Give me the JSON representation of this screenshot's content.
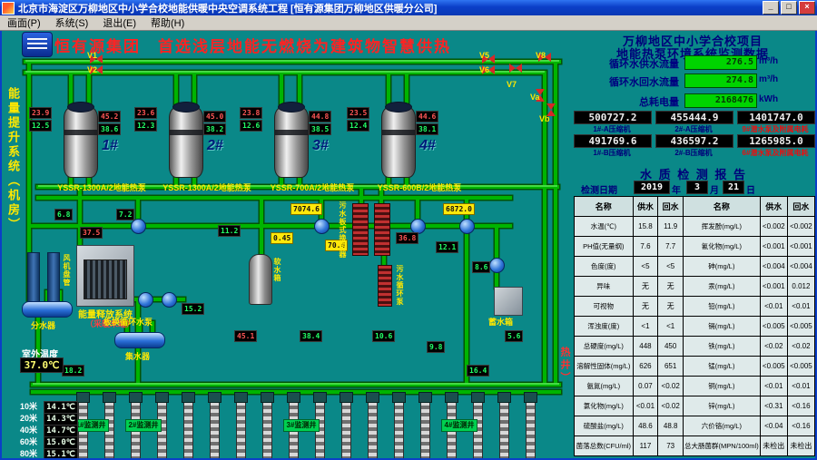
{
  "window": {
    "title": "北京市海淀区万柳地区中小学合校地能供暖中央空调系统工程  [恒有源集团万柳地区供暖分公司]",
    "controls": {
      "minimize": "_",
      "maximize": "□",
      "close": "×"
    }
  },
  "menu": {
    "items": [
      "画面(P)",
      "系统(S)",
      "退出(E)",
      "帮助(H)"
    ]
  },
  "header": {
    "slogan": "恒有源集团　首选浅层地能无燃烧为建筑物智慧供热",
    "project_line1": "万柳地区中小学合校项目",
    "project_line2": "地能热泵环境系统监测数据"
  },
  "banners": {
    "left": "能量提升系统（机房）",
    "right": "能量采集系统（地热井）",
    "release_line1": "能量释放系统",
    "release_line2": "（采暖末端）"
  },
  "flows": [
    {
      "label": "循环水供水流量",
      "value": "276.5",
      "unit": "m³/h"
    },
    {
      "label": "循环水回水流量",
      "value": "274.8",
      "unit": "m³/h"
    },
    {
      "label": "总耗电量",
      "value": "2168476",
      "unit": "kWh"
    }
  ],
  "meters": [
    {
      "value": "500727.2",
      "label": "1#-A压缩机"
    },
    {
      "value": "455444.9",
      "label": "2#-A压缩机"
    },
    {
      "value": "1401747.0",
      "label": "9#潜水泵及附属电耗"
    },
    {
      "value": "491769.6",
      "label": "1#-B压缩机"
    },
    {
      "value": "436597.2",
      "label": "2#-B压缩机"
    },
    {
      "value": "1265985.0",
      "label": "6#潜水泵及附属电耗"
    }
  ],
  "report": {
    "title": "水 质 检 测 报 告",
    "date_label": "检测日期",
    "year": "2019",
    "year_suffix": "年",
    "month": "3",
    "month_suffix": "月",
    "day": "21",
    "day_suffix": "日",
    "columns": [
      "名称",
      "供水",
      "回水",
      "名称",
      "供水",
      "回水"
    ],
    "rows": [
      [
        "水温(℃)",
        "15.8",
        "11.9",
        "挥发酚(mg/L)",
        "<0.002",
        "<0.002"
      ],
      [
        "PH值(无量纲)",
        "7.6",
        "7.7",
        "氰化物(mg/L)",
        "<0.001",
        "<0.001"
      ],
      [
        "色度(度)",
        "<5",
        "<5",
        "砷(mg/L)",
        "<0.004",
        "<0.004"
      ],
      [
        "异味",
        "无",
        "无",
        "汞(mg/L)",
        "<0.001",
        "0.012"
      ],
      [
        "可视物",
        "无",
        "无",
        "铅(mg/L)",
        "<0.01",
        "<0.01"
      ],
      [
        "浑浊度(度)",
        "<1",
        "<1",
        "镉(mg/L)",
        "<0.005",
        "<0.005"
      ],
      [
        "总硬度(mg/L)",
        "448",
        "450",
        "铁(mg/L)",
        "<0.02",
        "<0.02"
      ],
      [
        "溶解性固体(mg/L)",
        "626",
        "651",
        "锰(mg/L)",
        "<0.005",
        "<0.005"
      ],
      [
        "氨氮(mg/L)",
        "0.07",
        "<0.02",
        "铜(mg/L)",
        "<0.01",
        "<0.01"
      ],
      [
        "氯化物(mg/L)",
        "<0.01",
        "<0.02",
        "锌(mg/L)",
        "<0.31",
        "<0.16"
      ],
      [
        "硫酸盐(mg/L)",
        "48.6",
        "48.8",
        "六价铬(mg/L)",
        "<0.04",
        "<0.16"
      ],
      [
        "菌落总数(CFU/ml)",
        "117",
        "73",
        "总大肠菌群(MPN/100ml)",
        "未检出",
        "未检出"
      ]
    ]
  },
  "units": [
    {
      "num": "1#",
      "model": "YSSR-1300A/2地能热泵"
    },
    {
      "num": "2#",
      "model": "YSSR-1300A/2地能热泵"
    },
    {
      "num": "3#",
      "model": "YSSR-700A/2地能热泵"
    },
    {
      "num": "4#",
      "model": "YSSR-600B/2地能热泵"
    }
  ],
  "valves": [
    "V1",
    "V2",
    "V5",
    "V6",
    "V7",
    "V8",
    "Va",
    "Vb"
  ],
  "gauges": [
    {
      "v": "23.9",
      "c": "r"
    },
    {
      "v": "12.5",
      "c": "g"
    },
    {
      "v": "45.2",
      "c": "r"
    },
    {
      "v": "38.6",
      "c": "g"
    },
    {
      "v": "23.6",
      "c": "r"
    },
    {
      "v": "12.3",
      "c": "g"
    },
    {
      "v": "45.0",
      "c": "r"
    },
    {
      "v": "38.2",
      "c": "g"
    },
    {
      "v": "23.8",
      "c": "r"
    },
    {
      "v": "12.6",
      "c": "g"
    },
    {
      "v": "44.8",
      "c": "r"
    },
    {
      "v": "38.5",
      "c": "g"
    },
    {
      "v": "23.5",
      "c": "r"
    },
    {
      "v": "12.4",
      "c": "g"
    },
    {
      "v": "44.6",
      "c": "r"
    },
    {
      "v": "38.1",
      "c": "g"
    },
    {
      "v": "6.8",
      "c": "g"
    },
    {
      "v": "7.2",
      "c": "g"
    },
    {
      "v": "7074.6",
      "c": "y"
    },
    {
      "v": "6872.0",
      "c": "y"
    },
    {
      "v": "11.2",
      "c": "g"
    },
    {
      "v": "0.45",
      "c": "y"
    },
    {
      "v": "70.4",
      "c": "y"
    },
    {
      "v": "36.8",
      "c": "r"
    },
    {
      "v": "12.1",
      "c": "g"
    },
    {
      "v": "8.6",
      "c": "g"
    },
    {
      "v": "37.5",
      "c": "r"
    },
    {
      "v": "15.2",
      "c": "g"
    },
    {
      "v": "45.1",
      "c": "r"
    },
    {
      "v": "38.4",
      "c": "g"
    },
    {
      "v": "10.6",
      "c": "g"
    },
    {
      "v": "9.8",
      "c": "g"
    },
    {
      "v": "5.6",
      "c": "g"
    },
    {
      "v": "18.2",
      "c": "g"
    },
    {
      "v": "16.4",
      "c": "g"
    }
  ],
  "outdoor": {
    "label": "室外温度",
    "value": "37.0℃"
  },
  "depth_scale": [
    {
      "depth": "10米",
      "temp": "14.1℃"
    },
    {
      "depth": "20米",
      "temp": "14.3℃"
    },
    {
      "depth": "40米",
      "temp": "14.7℃"
    },
    {
      "depth": "60米",
      "temp": "15.0℃"
    },
    {
      "depth": "80米",
      "temp": "15.1℃"
    }
  ],
  "monitor_wells": [
    "1#监测井",
    "2#监测井",
    "3#监测井",
    "4#监测井"
  ],
  "labels": {
    "separator": "分水器",
    "collector": "集水器",
    "fan_coil": "风机盘管",
    "hx_main": "污水板式换热器",
    "hx_pump": "板换循环水泵",
    "sewage_pump": "污水循环泵",
    "soft_tank": "软水箱",
    "storage_tank": "蓄水箱"
  },
  "colors": {
    "bg_teal": "#0a8888",
    "pipe_green": "#00b400",
    "led_green": "#22ff66",
    "alarm_red": "#ff5050",
    "label_yellow": "#ffe800",
    "navy": "#000080",
    "title_red": "#ff2222"
  }
}
